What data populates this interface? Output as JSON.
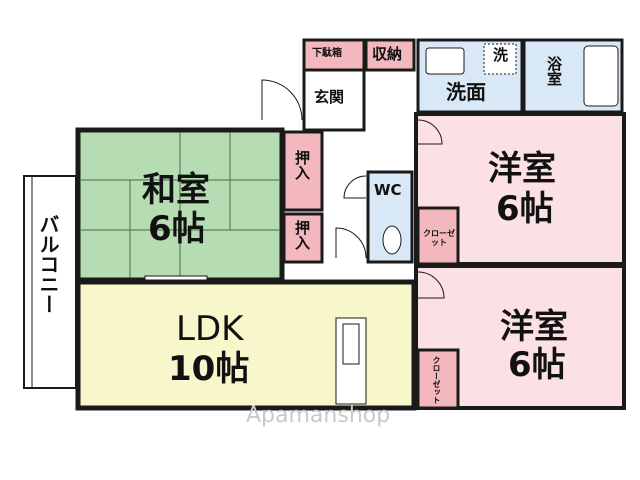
{
  "rooms": {
    "washitsu": {
      "name": "和室",
      "size": "6帖"
    },
    "yoshitsu_upper": {
      "name": "洋室",
      "size": "6帖"
    },
    "yoshitsu_lower": {
      "name": "洋室",
      "size": "6帖"
    },
    "ldk": {
      "name": "LDK",
      "size": "10帖"
    },
    "balcony": "バルコニー",
    "genkan": "玄関",
    "shoebox": "下駄箱",
    "storage": "収納",
    "washroom": "洗面",
    "washer": "洗",
    "bath": "浴室",
    "wc": "WC",
    "oshiire_upper": "押入",
    "oshiire_lower": "押入",
    "closet_upper": "クローゼット",
    "closet_lower": "クローゼット"
  },
  "watermark": "Apamanshop",
  "colors": {
    "wall": "#1a1a1a",
    "tatami": "#b5dcb2",
    "western_room": "#fbe1e4",
    "ldk_floor": "#f8f7cc",
    "wet_area": "#d9e8f7",
    "storage_pink": "#f2b8bd",
    "white_area": "#ffffff"
  }
}
